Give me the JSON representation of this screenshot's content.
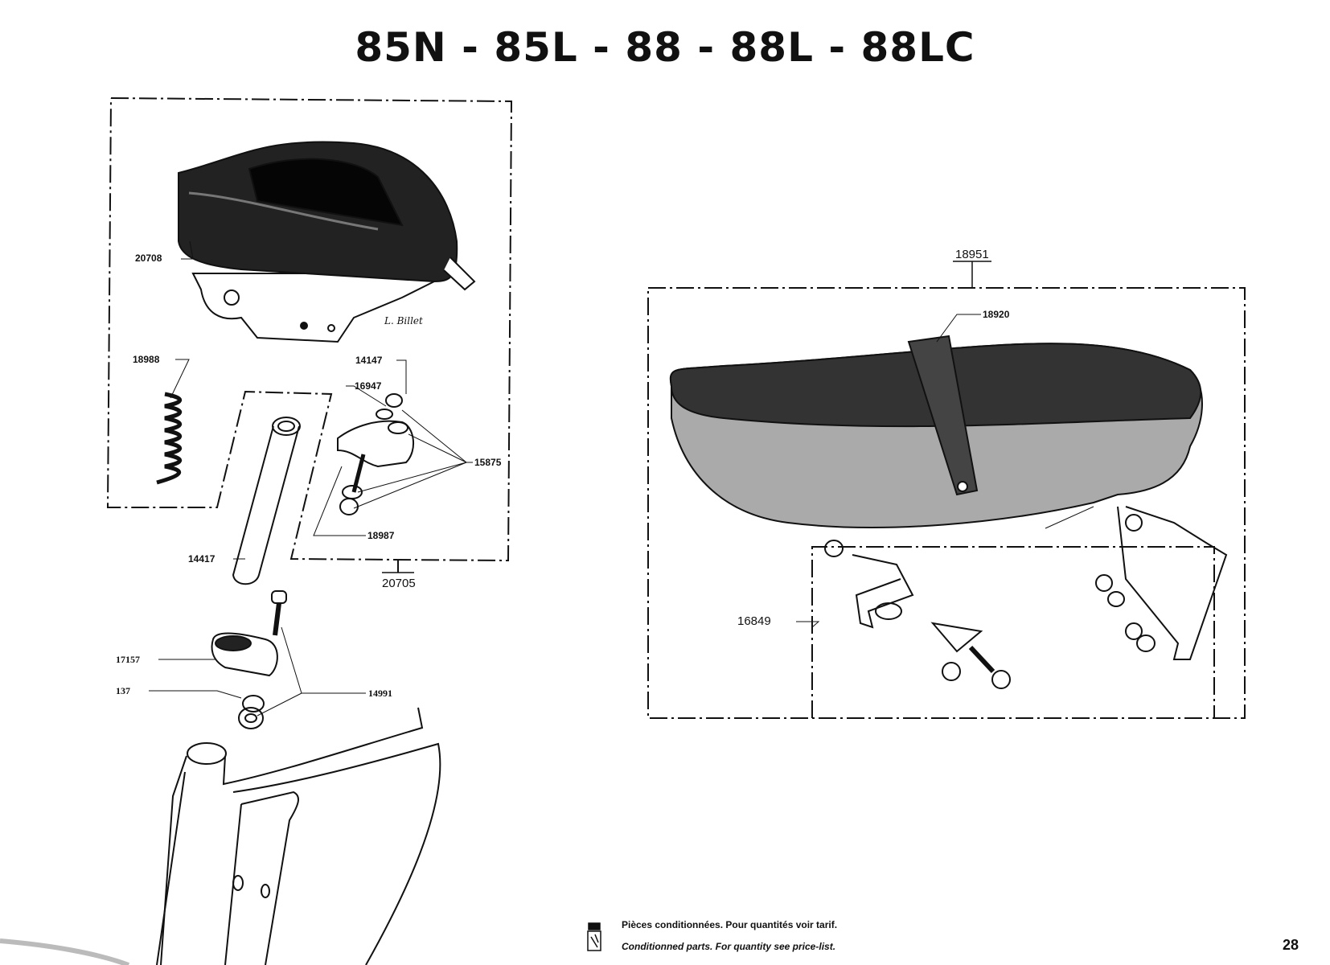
{
  "header": {
    "title": "85N - 85L - 88 - 88L - 88LC"
  },
  "left_assembly": {
    "group_label": "20705",
    "parts": {
      "p20708": "20708",
      "p18988": "18988",
      "p14147": "14147",
      "p16947": "16947",
      "p15875": "15875",
      "p18987": "18987",
      "p14417": "14417",
      "p17157": "17157",
      "p137": "137",
      "p14991": "14991"
    },
    "artist_signature": "L. Billet"
  },
  "right_assembly": {
    "group_label": "18951",
    "parts": {
      "p18920": "18920",
      "p16849": "16849"
    }
  },
  "footer": {
    "icon": "conditioned-parts-icon",
    "note_fr": "Pièces conditionnées. Pour quantités voir tarif.",
    "note_en": "Conditionned parts. For quantity see price-list.",
    "page_number": "28"
  }
}
